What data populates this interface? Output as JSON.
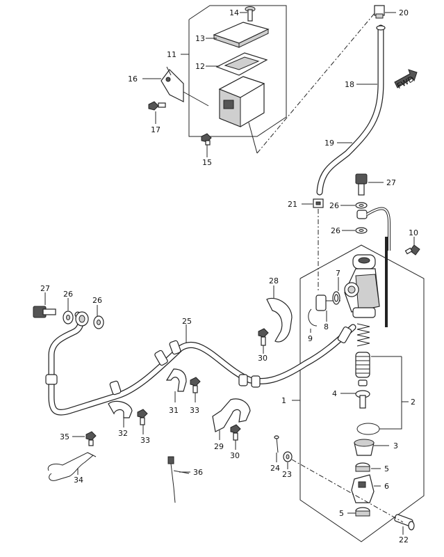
{
  "labels": {
    "p1": "1",
    "p2": "2",
    "p3": "3",
    "p4": "4",
    "p5a": "5",
    "p5b": "5",
    "p6": "6",
    "p7": "7",
    "p8": "8",
    "p9": "9",
    "p10": "10",
    "p11": "11",
    "p12": "12",
    "p13": "13",
    "p14": "14",
    "p15": "15",
    "p16": "16",
    "p17": "17",
    "p18": "18",
    "p19": "19",
    "p20": "20",
    "p21": "21",
    "p22": "22",
    "p23": "23",
    "p24": "24",
    "p25": "25",
    "p26a": "26",
    "p26b": "26",
    "p26c": "26",
    "p26d": "26",
    "p27a": "27",
    "p27b": "27",
    "p28": "28",
    "p29": "29",
    "p30a": "30",
    "p30b": "30",
    "p31": "31",
    "p32": "32",
    "p33a": "33",
    "p33b": "33",
    "p34": "34",
    "p35": "35",
    "p36": "36",
    "fwd": "FWD"
  }
}
